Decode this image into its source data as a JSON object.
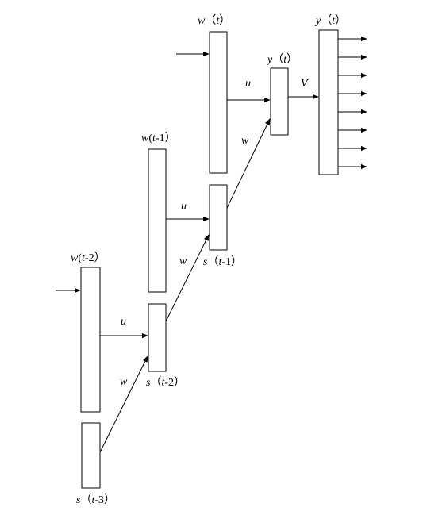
{
  "diagram": {
    "boxes": [
      {
        "id": "w_t2",
        "label": "w(t-2)"
      },
      {
        "id": "s_t3",
        "label": "s(t-3)"
      },
      {
        "id": "w_t1",
        "label": "w(t-1)"
      },
      {
        "id": "s_t2",
        "label": "s(t-2)"
      },
      {
        "id": "w_t",
        "label": "w(t)"
      },
      {
        "id": "s_t1",
        "label": "s(t-1)"
      },
      {
        "id": "y_small",
        "label": "y(t)"
      },
      {
        "id": "y_t",
        "label": "y(t)"
      }
    ],
    "edge_labels": {
      "u": "u",
      "w": "w",
      "V": "V"
    },
    "labels": {
      "w_t": {
        "var": "w",
        "paren_open": "（",
        "arg": "t",
        "paren_close": "）"
      },
      "y_small": {
        "var": "y",
        "paren_open": "（",
        "arg": "t",
        "paren_close": "）"
      },
      "y_t": {
        "var": "y",
        "paren_open": "（",
        "arg": "t",
        "paren_close": "）"
      },
      "w_t1": {
        "var": "w",
        "paren_open": "(",
        "arg": "t",
        "suffix": "-1",
        "paren_close": "）"
      },
      "w_t2": {
        "var": "w",
        "paren_open": "(",
        "arg": "t",
        "suffix": "-2",
        "paren_close": "）"
      },
      "s_t1": {
        "var": "s",
        "paren_open": "（",
        "arg": "t",
        "suffix": "-1",
        "paren_close": "）"
      },
      "s_t2": {
        "var": "s",
        "paren_open": "（",
        "arg": "t",
        "suffix": "-2",
        "paren_close": "）"
      },
      "s_t3": {
        "var": "s",
        "paren_open": "（",
        "arg": "t",
        "suffix": "-3",
        "paren_close": "）"
      }
    }
  }
}
